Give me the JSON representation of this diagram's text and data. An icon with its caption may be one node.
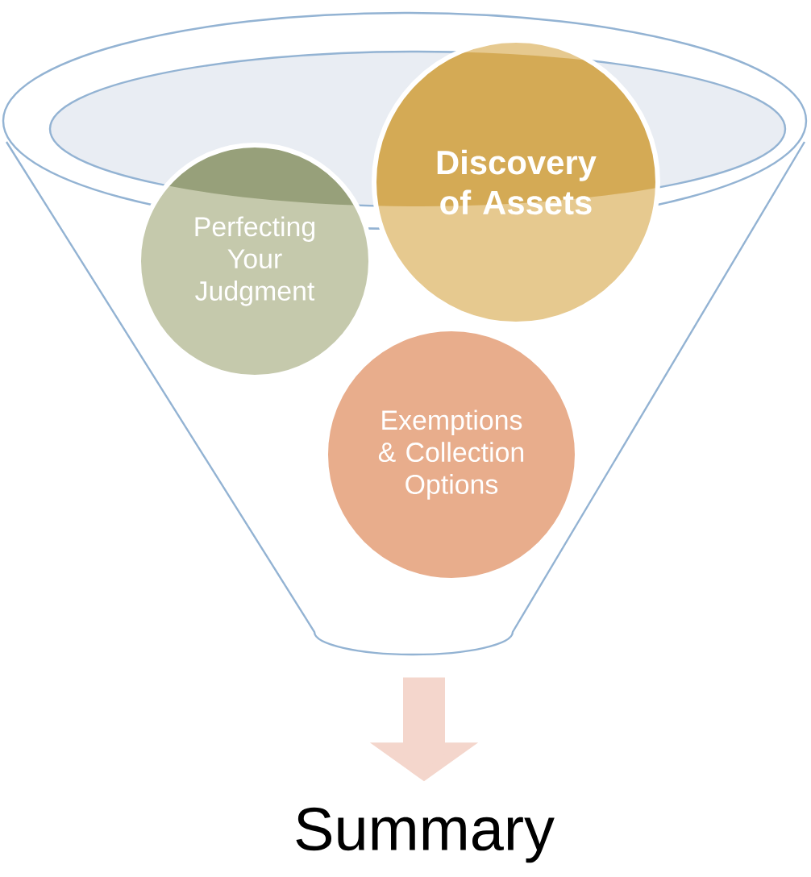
{
  "diagram": {
    "nodes": [
      {
        "text": [],
        "shape": "funnel"
      },
      {
        "text": [
          "Perfecting Your Judgment"
        ],
        "in": 0
      },
      {
        "text": [
          "Discovery of Assets"
        ],
        "in": 0
      },
      {
        "text": [
          "Exemptions & Collection Options"
        ],
        "in": 0
      },
      {
        "text": [
          "Summary"
        ]
      }
    ],
    "edges": [
      {
        "from": 0,
        "to": 4,
        "arrow": "to"
      }
    ]
  }
}
